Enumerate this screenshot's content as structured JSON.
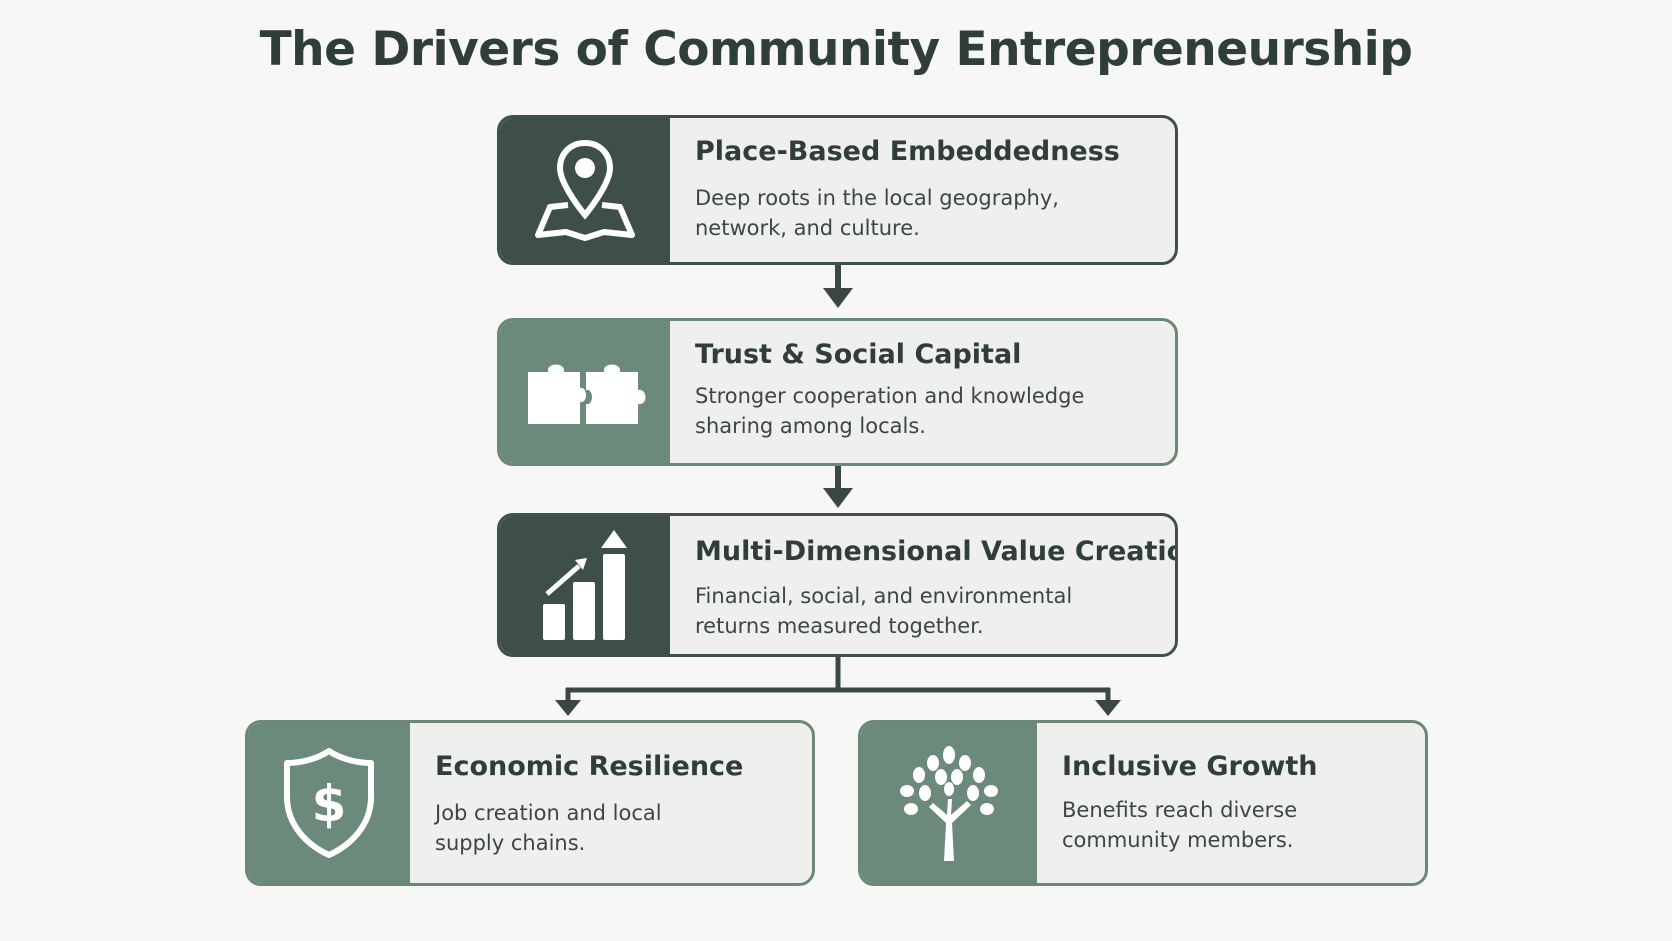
{
  "title": "The Drivers of Community Entrepreneurship",
  "colors": {
    "dark_panel": "#3e4f4b",
    "sage_panel": "#6c8a7b",
    "card_fill": "#efefed",
    "arrow": "#3b4745"
  },
  "cards": [
    {
      "icon": "map-pin-icon",
      "title": "Place-Based Embeddedness",
      "desc_lines": [
        "Deep roots in the local geography,",
        "network, and culture."
      ]
    },
    {
      "icon": "puzzle-pieces-icon",
      "title": "Trust & Social Capital",
      "desc_lines": [
        "Stronger cooperation and knowledge",
        "sharing among locals."
      ]
    },
    {
      "icon": "growth-chart-icon",
      "title": "Multi-Dimensional Value Creation",
      "desc_lines": [
        "Financial, social, and environmental",
        "returns measured together."
      ]
    },
    {
      "icon": "dollar-shield-icon",
      "title": "Economic Resilience",
      "desc_lines": [
        "Job creation and local",
        "supply chains."
      ]
    },
    {
      "icon": "tree-icon",
      "title": "Inclusive Growth",
      "desc_lines": [
        "Benefits reach diverse",
        "community members."
      ]
    }
  ]
}
